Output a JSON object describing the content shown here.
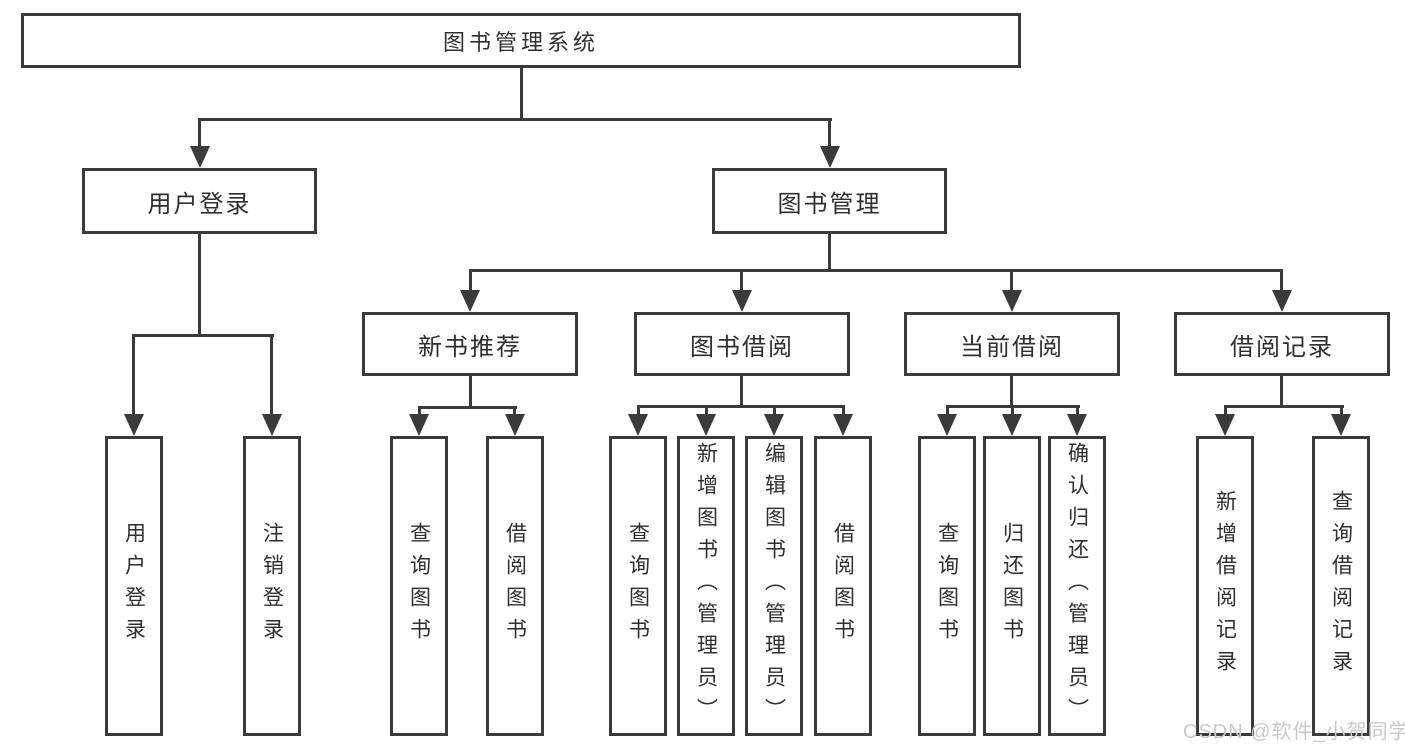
{
  "diagram": {
    "title": "图书管理系统",
    "watermark": "CSDN @软件_小贺同学",
    "colors": {
      "line": "#3a3a3a",
      "text": "#2f2f2f",
      "box_background": "#ffffff",
      "page_background": "#ffffff",
      "watermark": "#c9c9c9"
    },
    "nodes": {
      "root": {
        "label": "图书管理系统"
      },
      "level2": [
        {
          "label": "用户登录",
          "parent": "图书管理系统"
        },
        {
          "label": "图书管理",
          "parent": "图书管理系统"
        }
      ],
      "level3": [
        {
          "label": "新书推荐",
          "parent": "图书管理"
        },
        {
          "label": "图书借阅",
          "parent": "图书管理"
        },
        {
          "label": "当前借阅",
          "parent": "图书管理"
        },
        {
          "label": "借阅记录",
          "parent": "图书管理"
        }
      ],
      "leaves": [
        {
          "label": "用户登录",
          "parent": "用户登录"
        },
        {
          "label": "注销登录",
          "parent": "用户登录"
        },
        {
          "label": "查询图书",
          "parent": "新书推荐"
        },
        {
          "label": "借阅图书",
          "parent": "新书推荐"
        },
        {
          "label": "查询图书",
          "parent": "图书借阅"
        },
        {
          "label": "新增图书（管理员）",
          "parent": "图书借阅"
        },
        {
          "label": "编辑图书（管理员）",
          "parent": "图书借阅"
        },
        {
          "label": "借阅图书",
          "parent": "图书借阅"
        },
        {
          "label": "查询图书",
          "parent": "当前借阅"
        },
        {
          "label": "归还图书",
          "parent": "当前借阅"
        },
        {
          "label": "确认归还（管理员）",
          "parent": "当前借阅"
        },
        {
          "label": "新增借阅记录",
          "parent": "借阅记录"
        },
        {
          "label": "查询借阅记录",
          "parent": "借阅记录"
        }
      ]
    }
  }
}
